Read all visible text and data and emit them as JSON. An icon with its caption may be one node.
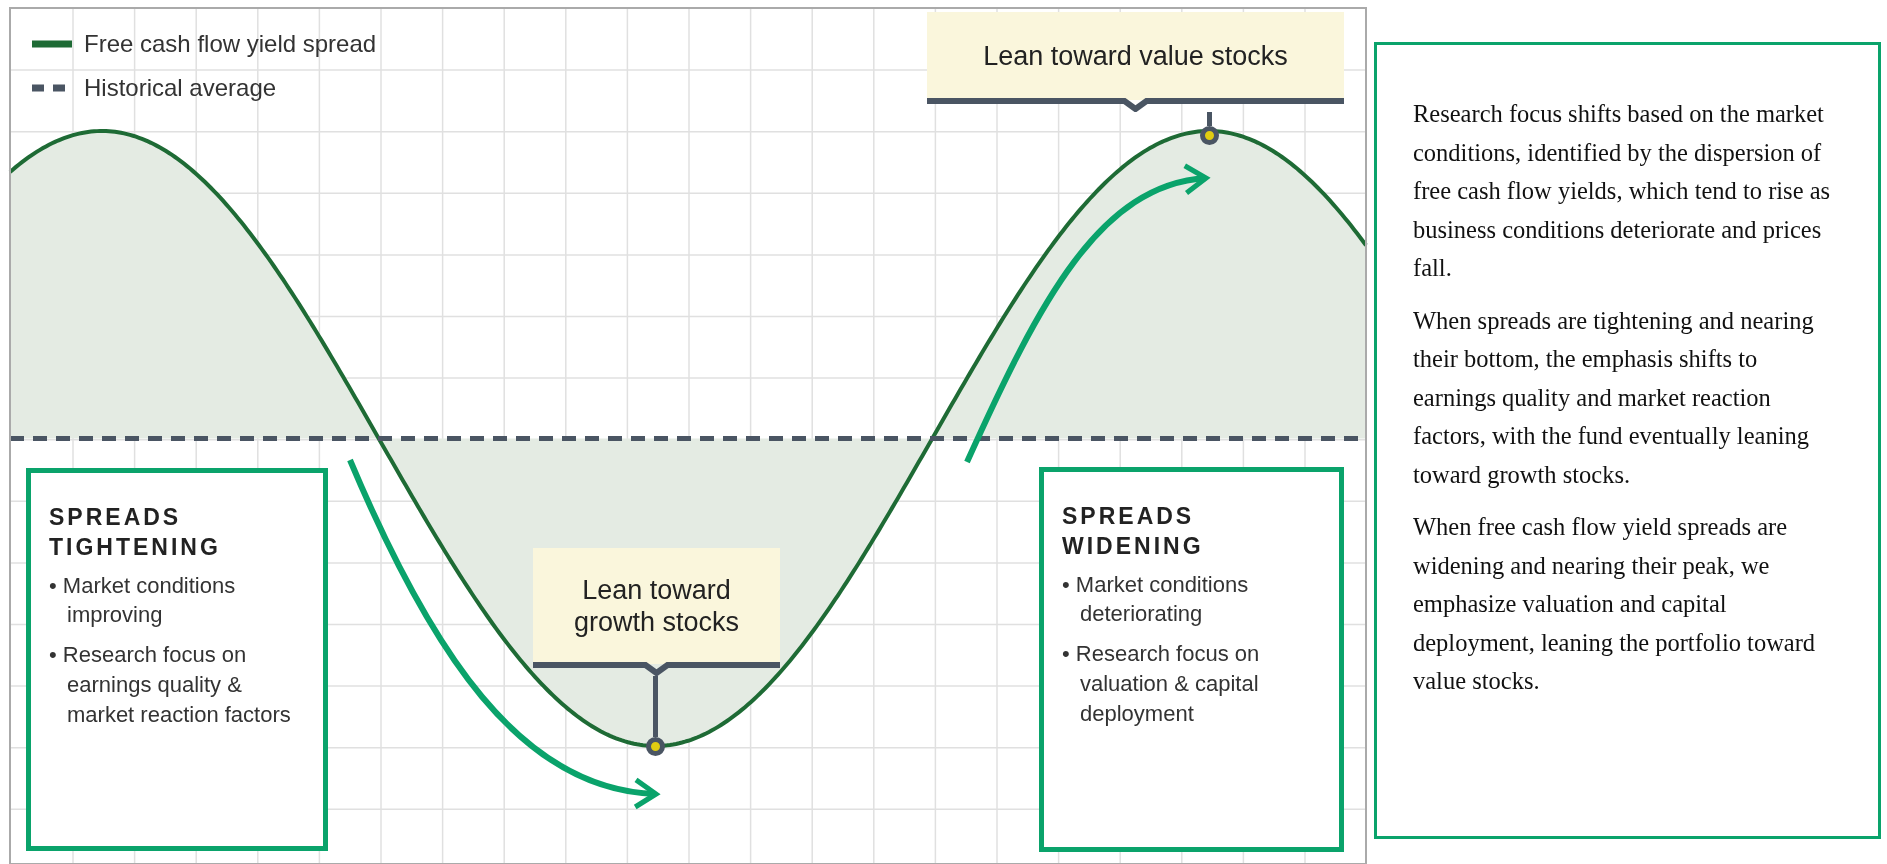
{
  "diagram": {
    "nodes": [
      {
        "text": [
          "Lean toward value stocks"
        ]
      },
      {
        "text": [],
        "shape": "circle"
      },
      {
        "text": [
          "SPREADS TIGHTENING",
          "• Market conditions improving",
          "• Research focus on earnings quality & market reaction factors"
        ]
      },
      {
        "text": [
          "Lean toward growth stocks"
        ]
      },
      {
        "text": [],
        "shape": "circle"
      },
      {
        "text": [
          "SPREADS WIDENING",
          "• Market conditions deteriorating",
          "• Research focus on valuation & capital deployment"
        ]
      },
      {
        "text": [
          "Research focus shifts based on the market conditions, identified by the dispersion of free cash flow yields, which tend to rise as business conditions deteriorate and prices fall.",
          "When spreads are tightening and nearing their bottom, the emphasis shifts to earnings quality and market reaction factors, with the fund eventually leaning toward growth stocks.",
          "When free cash flow yield spreads are widening and nearing their peak, we emphasize valuation and capital deployment, leaning the portfolio toward value stocks."
        ]
      }
    ],
    "edges": [
      {
        "from": 0,
        "to": 1,
        "arrow": "none"
      },
      {
        "from": 3,
        "to": 4,
        "arrow": "none"
      }
    ],
    "legend": [
      {
        "text": "Free cash flow yield spread"
      },
      {
        "text": "Historical average"
      }
    ]
  }
}
